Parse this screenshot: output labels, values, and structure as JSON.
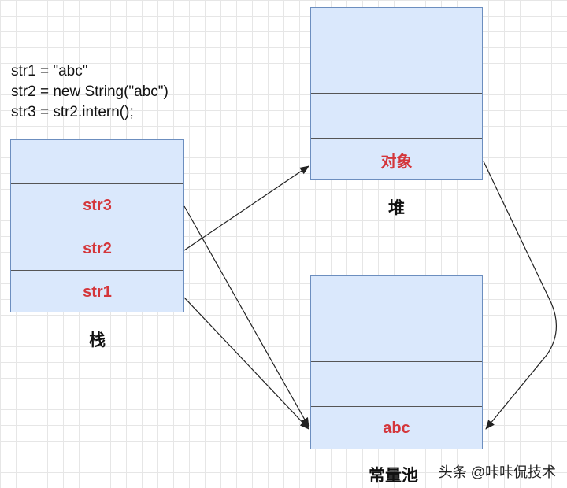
{
  "code_lines": [
    "str1 = \"abc\"",
    "str2 = new String(\"abc\")",
    "str3 = str2.intern();"
  ],
  "stack": {
    "label": "栈",
    "cells": [
      "",
      "str3",
      "str2",
      "str1"
    ]
  },
  "heap": {
    "label": "堆",
    "cells": [
      "",
      "",
      "对象"
    ]
  },
  "pool": {
    "label": "常量池",
    "cells": [
      "",
      "",
      "abc"
    ]
  },
  "watermark": "头条 @咔咔侃技术",
  "colors": {
    "box_fill": "#dae8fc",
    "box_border": "#6c8ebf",
    "cell_text": "#d4363b",
    "arrow": "#222222"
  }
}
